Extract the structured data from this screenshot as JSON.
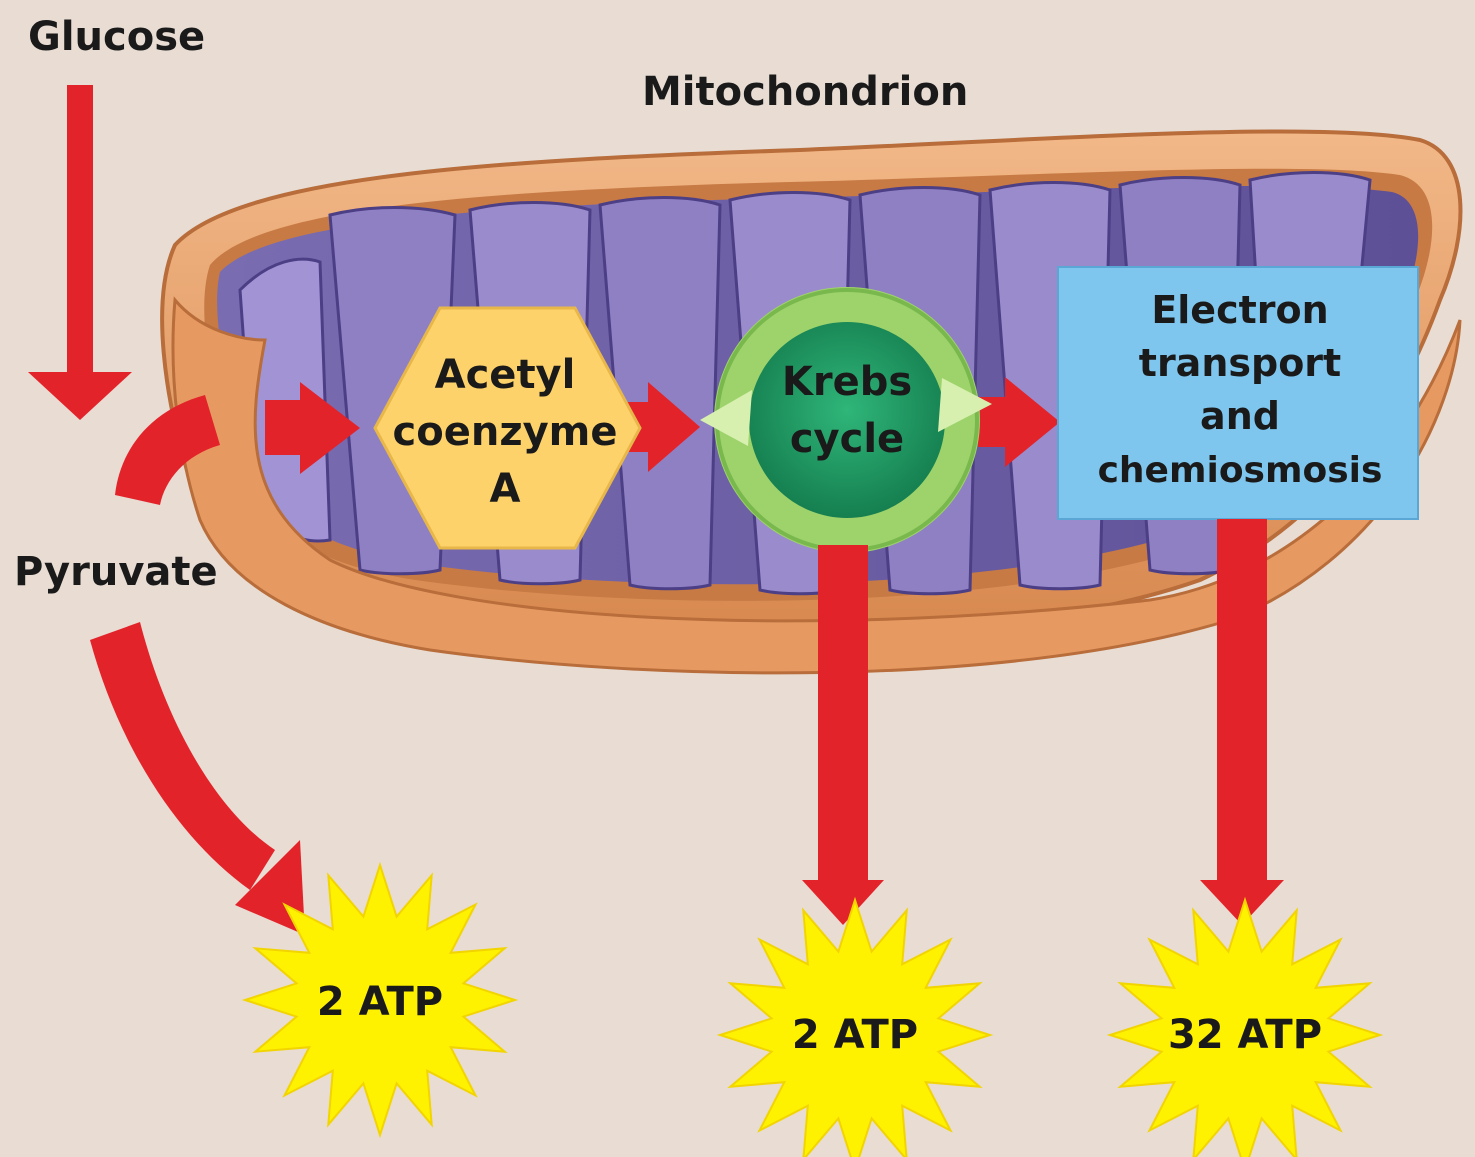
{
  "labels": {
    "glucose": "Glucose",
    "mitochondrion": "Mitochondrion",
    "pyruvate": "Pyruvate",
    "acetyl": [
      "Acetyl",
      "coenzyme",
      "A"
    ],
    "krebs": [
      "Krebs",
      "cycle"
    ],
    "electron": [
      "Electron",
      "transport",
      "and",
      "chemiosmosis"
    ]
  },
  "atp": {
    "glycolysis": "2 ATP",
    "krebs": "2 ATP",
    "electron_transport": "32 ATP"
  },
  "colors": {
    "background": "#e8dcd3",
    "arrow": "#e3232a",
    "outer_membrane": "#d98f55",
    "matrix": "#6f60a6",
    "cristae": "#8f80c4",
    "hexagon": "#fdd26a",
    "krebs_ring": "#9ed36b",
    "krebs_center": "#1f9a63",
    "electron_box": "#7fc6ee",
    "starburst": "#fff200"
  }
}
